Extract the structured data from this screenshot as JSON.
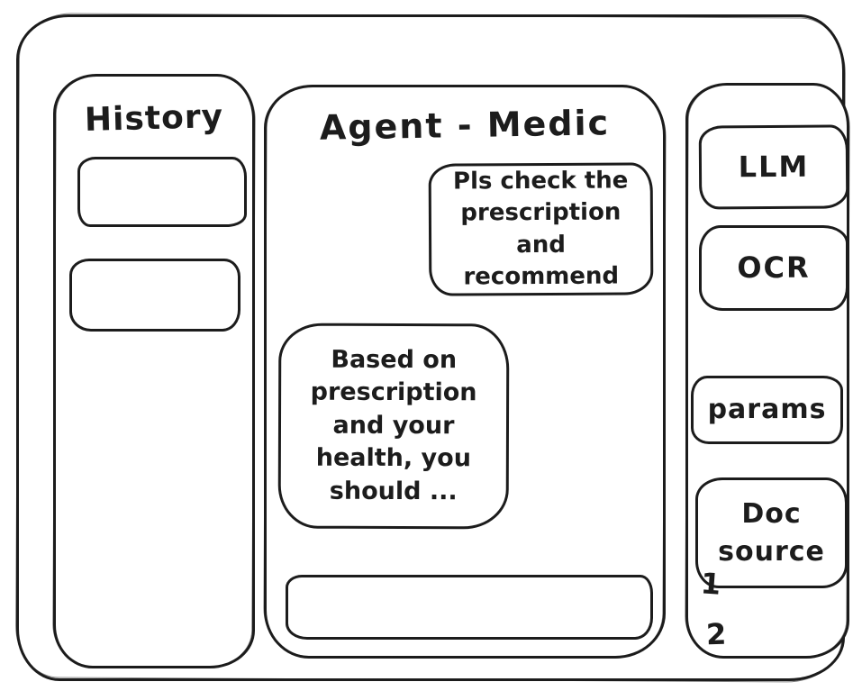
{
  "colors": {
    "ink": "#1c1c1c",
    "background": "#ffffff"
  },
  "sidebar": {
    "title": "History",
    "items": [
      {
        "label": ""
      },
      {
        "label": ""
      }
    ]
  },
  "chat": {
    "title": "Agent - Medic",
    "messages": [
      {
        "role": "user",
        "text": "Pls check the prescription and recommend"
      },
      {
        "role": "assistant",
        "text": "Based on prescription and your health, you should ..."
      }
    ],
    "input": {
      "value": "",
      "placeholder": ""
    }
  },
  "tools": {
    "buttons": [
      {
        "label": "LLM"
      },
      {
        "label": "OCR"
      },
      {
        "label": "params"
      },
      {
        "label": "Doc source"
      }
    ],
    "doc_source_items": [
      "1",
      "2"
    ]
  }
}
